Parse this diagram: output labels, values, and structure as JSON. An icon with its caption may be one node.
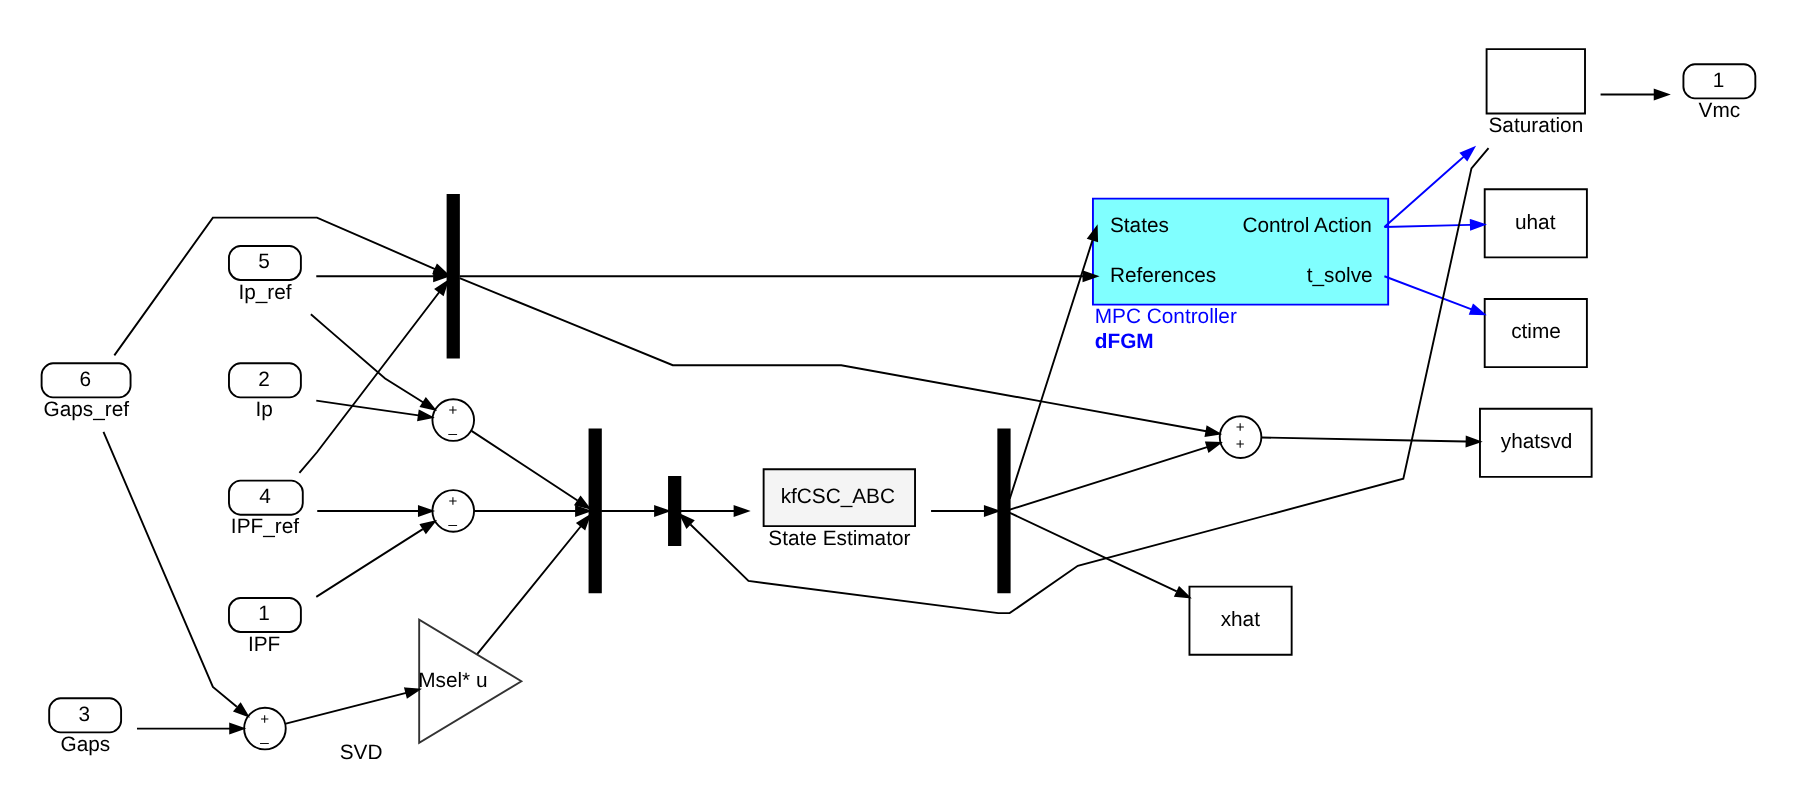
{
  "diagram": {
    "nodes": [
      {
        "text": [
          "1"
        ],
        "beside": [
          "IPF"
        ]
      },
      {
        "text": [
          "2"
        ],
        "beside": [
          "Ip"
        ]
      },
      {
        "text": [
          "3"
        ],
        "beside": [
          "Gaps"
        ]
      },
      {
        "text": [
          "4"
        ],
        "beside": [
          "IPF_ref"
        ]
      },
      {
        "text": [
          "5"
        ],
        "beside": [
          "Ip_ref"
        ]
      },
      {
        "text": [
          "6"
        ],
        "beside": [
          "Gaps_ref"
        ]
      },
      {
        "text": [
          "+",
          "_"
        ]
      },
      {
        "text": [
          "+",
          "_"
        ]
      },
      {
        "text": [
          "+",
          "_"
        ]
      },
      {
        "text": [
          "Msel* u"
        ],
        "beside": [
          "SVD"
        ]
      },
      {
        "text": [],
        "shape": "bar"
      },
      {
        "text": [],
        "shape": "bar"
      },
      {
        "text": [],
        "shape": "bar"
      },
      {
        "text": [
          "kfCSC_ABC"
        ],
        "beside": [
          "State Estimator"
        ]
      },
      {
        "text": [],
        "shape": "bar"
      },
      {
        "text": [
          "+",
          "+"
        ]
      },
      {
        "text": [
          "yhatsvd"
        ]
      },
      {
        "text": [
          "xhat"
        ]
      },
      {
        "text": [
          "States",
          "Control Action",
          "References",
          "t_solve"
        ],
        "beside": [
          "MPC Controller",
          "dFGM"
        ]
      },
      {
        "text": [
          "uhat"
        ]
      },
      {
        "text": [],
        "shape": "box",
        "beside": [
          "Saturation"
        ]
      },
      {
        "text": [
          "ctime"
        ]
      },
      {
        "text": [
          "1"
        ],
        "beside": [
          "Vmc"
        ]
      }
    ],
    "edges": [
      {
        "from": 0,
        "to": 6,
        "arrow": "to"
      },
      {
        "from": 3,
        "to": 6,
        "arrow": "to"
      },
      {
        "from": 1,
        "to": 7,
        "arrow": "to"
      },
      {
        "from": 4,
        "to": 7,
        "arrow": "to"
      },
      {
        "from": 2,
        "to": 8,
        "arrow": "to"
      },
      {
        "from": 5,
        "to": 8,
        "arrow": "to"
      },
      {
        "from": 8,
        "to": 9,
        "arrow": "to"
      },
      {
        "from": 6,
        "to": 10,
        "arrow": "to"
      },
      {
        "from": 7,
        "to": 10,
        "arrow": "to"
      },
      {
        "from": 9,
        "to": 10,
        "arrow": "to"
      },
      {
        "from": 3,
        "to": 11,
        "arrow": "to"
      },
      {
        "from": 4,
        "to": 11,
        "arrow": "to"
      },
      {
        "from": 5,
        "to": 11,
        "arrow": "to"
      },
      {
        "from": 20,
        "to": 12,
        "arrow": "to"
      },
      {
        "from": 10,
        "to": 12,
        "arrow": "to"
      },
      {
        "from": 12,
        "to": 13,
        "arrow": "to"
      },
      {
        "from": 13,
        "to": 14,
        "arrow": "to"
      },
      {
        "from": 14,
        "to": 15,
        "arrow": "to"
      },
      {
        "from": 11,
        "to": 15,
        "arrow": "to"
      },
      {
        "from": 15,
        "to": 16,
        "arrow": "to"
      },
      {
        "from": 14,
        "to": 17,
        "arrow": "to"
      },
      {
        "from": 14,
        "to": 18,
        "arrow": "to"
      },
      {
        "from": 11,
        "to": 18,
        "arrow": "to"
      },
      {
        "from": 18,
        "to": 19,
        "arrow": "to",
        "color": "#0000ff"
      },
      {
        "from": 18,
        "to": 20,
        "arrow": "to",
        "color": "#0000ff"
      },
      {
        "from": 18,
        "to": 21,
        "arrow": "to",
        "color": "#0000ff"
      },
      {
        "from": 20,
        "to": 22,
        "arrow": "to"
      }
    ]
  }
}
